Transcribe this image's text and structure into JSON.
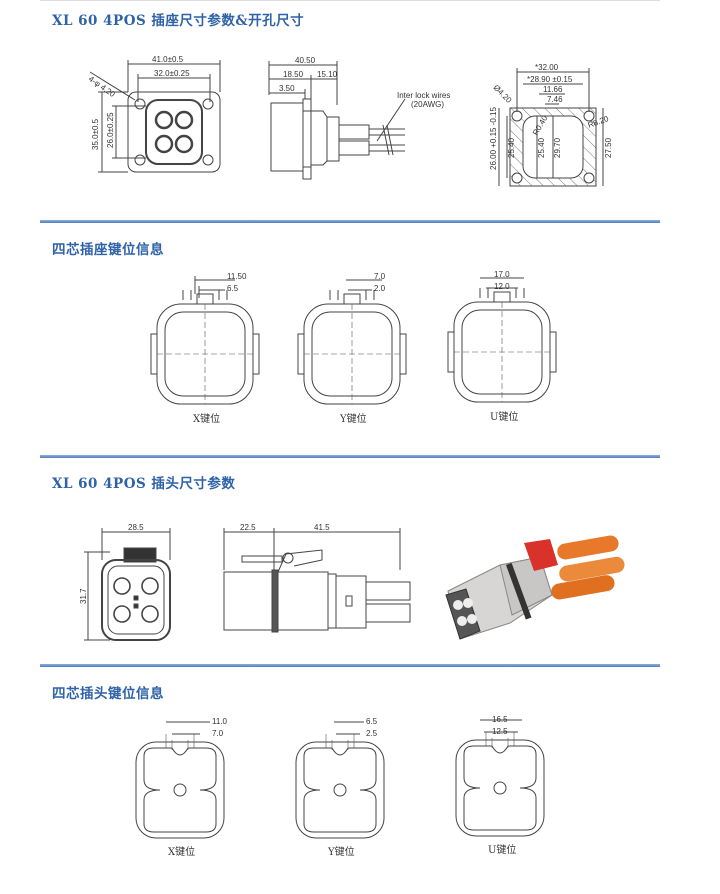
{
  "sections": [
    {
      "title": "XL 60 4POS 插座尺寸参数&开孔尺寸"
    },
    {
      "title": "四芯插座键位信息"
    },
    {
      "title": "XL 60 4POS 插头尺寸参数"
    },
    {
      "title": "四芯插头键位信息"
    }
  ],
  "socket_dims": {
    "front": {
      "width_outer": "41.0±0.5",
      "width_hole": "32.0±0.25",
      "hole_dia": "4-φ 4.20",
      "height_outer": "35.0±0.5",
      "height_hole": "26.0±0.25"
    },
    "side": {
      "total": "40.50",
      "a": "18.50",
      "b": "15.10",
      "c": "3.50",
      "wire_note": "Inter lock wires",
      "wire_gauge": "(20AWG)"
    },
    "cutout": {
      "w1": "*32.00",
      "w2": "*28.90 ±0.15",
      "w3": "11.66",
      "w4": "7.46",
      "hole": "Ø4.20",
      "r1": "R0.40",
      "r2": "R8.20",
      "h1": "26.00 +0.15 -0.15",
      "h2": "25.40",
      "h3": "25.40",
      "h4": "29.70",
      "h5": "27.50"
    }
  },
  "socket_keys": [
    {
      "label": "X键位",
      "outer": "11.50",
      "inner": "6.5"
    },
    {
      "label": "Y键位",
      "outer": "7.0",
      "inner": "2.0"
    },
    {
      "label": "U键位",
      "outer": "17.0",
      "inner": "12.0"
    }
  ],
  "plug_dims": {
    "width": "28.5",
    "height": "31.7",
    "len_a": "22.5",
    "len_b": "41.5"
  },
  "plug_keys": [
    {
      "label": "X键位",
      "outer": "11.0",
      "inner": "7.0"
    },
    {
      "label": "Y键位",
      "outer": "6.5",
      "inner": "2.5"
    },
    {
      "label": "U键位",
      "outer": "16.5",
      "inner": "12.5"
    }
  ],
  "colors": {
    "title": "#2f62a8",
    "accent_orange": "#e8782a",
    "accent_red": "#d9322b"
  }
}
